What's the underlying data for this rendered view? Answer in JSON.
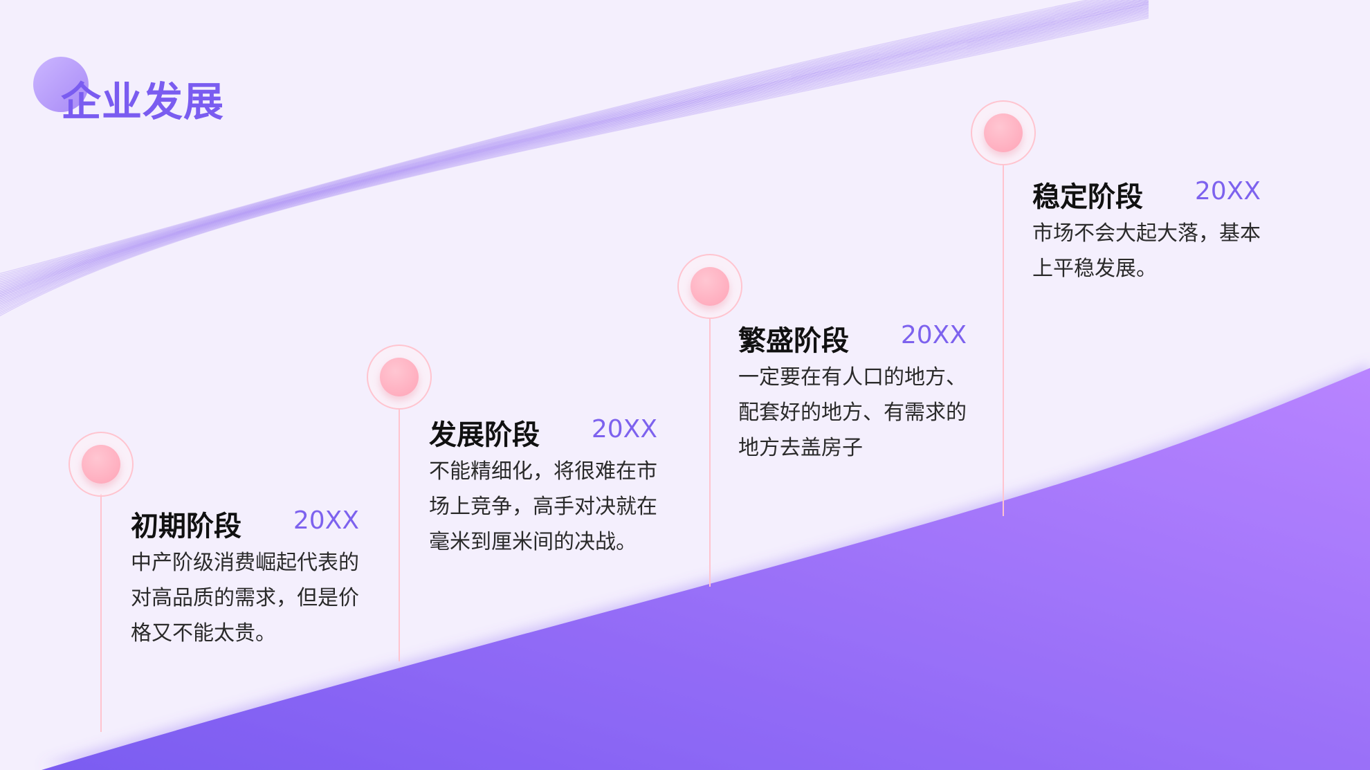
{
  "page": {
    "title": "企业发展"
  },
  "colors": {
    "accent": "#7a5cf0",
    "marker": "#ffb1c1",
    "background": "#f4effd",
    "wave_start": "#7b5cf1",
    "wave_end": "#b884ff"
  },
  "stages": [
    {
      "name": "初期阶段",
      "year": "20XX",
      "desc": "中产阶级消费崛起代表的对高品质的需求，但是价格又不能太贵。"
    },
    {
      "name": "发展阶段",
      "year": "20XX",
      "desc": "不能精细化，将很难在市场上竞争，高手对决就在毫米到厘米间的决战。"
    },
    {
      "name": "繁盛阶段",
      "year": "20XX",
      "desc": "一定要在有人口的地方、配套好的地方、有需求的地方去盖房子"
    },
    {
      "name": "稳定阶段",
      "year": "20XX",
      "desc": "市场不会大起大落，基本上平稳发展。"
    }
  ]
}
